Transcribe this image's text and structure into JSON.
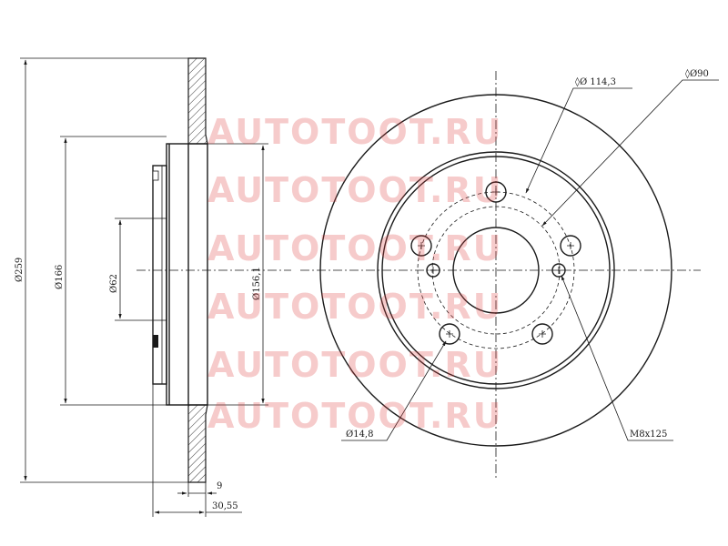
{
  "dimensions": {
    "outer_diameter": "259",
    "hat_diameter": "166",
    "center_bore": "62",
    "braking_inner": "156,1",
    "thickness": "9",
    "total_height": "30,55",
    "bolt_circle": "114,3",
    "pilot_circle": "90",
    "bolt_hole": "14,8",
    "thread": "M8x125"
  },
  "symbols": {
    "diameter": "Ø",
    "diameter_with_mark": "◊Ø"
  },
  "watermark": {
    "text": "AUTOTOOT.RU",
    "color": "#e04646"
  }
}
